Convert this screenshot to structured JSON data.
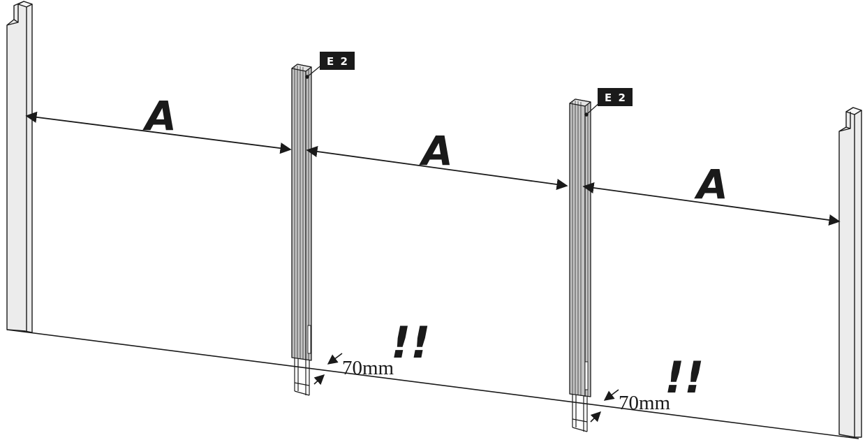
{
  "labels": {
    "span_a_1": "A",
    "span_a_2": "A",
    "span_a_3": "A",
    "post_tag_1": "E 2",
    "post_tag_2": "E 2",
    "depth_note_1": "70mm",
    "depth_note_2": "70mm",
    "warning_1": "!!",
    "warning_2": "!!"
  },
  "colors": {
    "line": "#1a1a1a",
    "end_post_fill": "#ececec",
    "middle_post_fill": "#c4c4c4",
    "tag_fill": "#1a1a1a",
    "tag_text": "#ffffff"
  }
}
